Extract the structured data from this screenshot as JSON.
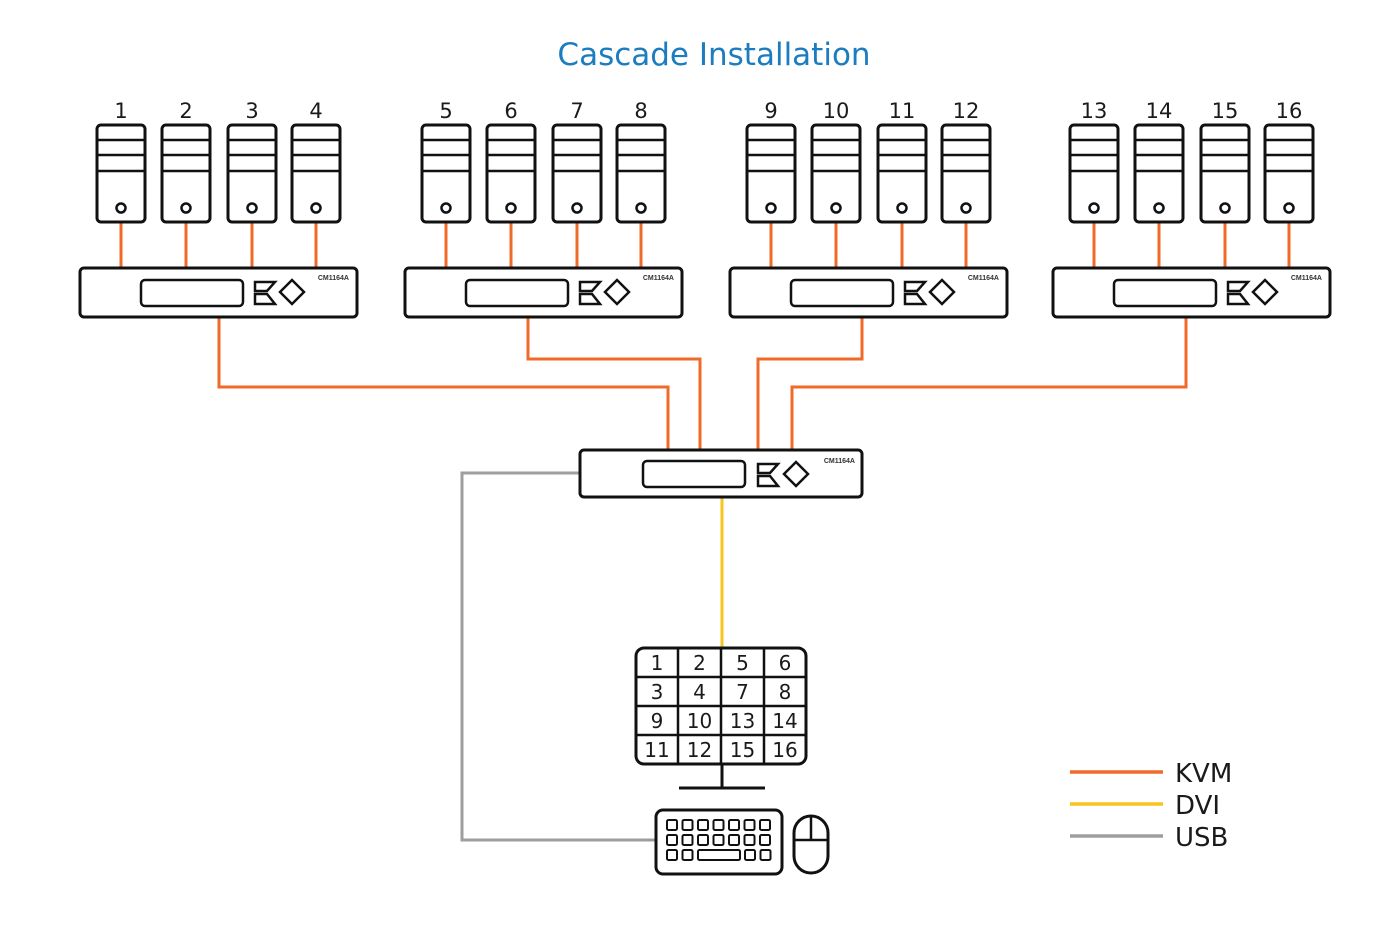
{
  "title": "Cascade Installation",
  "colors": {
    "title": "#1b7dc0",
    "kvm": "#f06a2a",
    "dvi": "#f7c51e",
    "usb": "#9e9e9e",
    "outline": "#111111"
  },
  "server_groups": [
    {
      "switch_model": "CM1164A",
      "servers": [
        "1",
        "2",
        "3",
        "4"
      ]
    },
    {
      "switch_model": "CM1164A",
      "servers": [
        "5",
        "6",
        "7",
        "8"
      ]
    },
    {
      "switch_model": "CM1164A",
      "servers": [
        "9",
        "10",
        "11",
        "12"
      ]
    },
    {
      "switch_model": "CM1164A",
      "servers": [
        "13",
        "14",
        "15",
        "16"
      ]
    }
  ],
  "master_switch": {
    "model": "CM1164A"
  },
  "monitor_grid": [
    [
      "1",
      "2",
      "5",
      "6"
    ],
    [
      "3",
      "4",
      "7",
      "8"
    ],
    [
      "9",
      "10",
      "13",
      "14"
    ],
    [
      "11",
      "12",
      "15",
      "16"
    ]
  ],
  "legend": [
    {
      "label": "KVM",
      "color": "#f06a2a"
    },
    {
      "label": "DVI",
      "color": "#f7c51e"
    },
    {
      "label": "USB",
      "color": "#9e9e9e"
    }
  ]
}
